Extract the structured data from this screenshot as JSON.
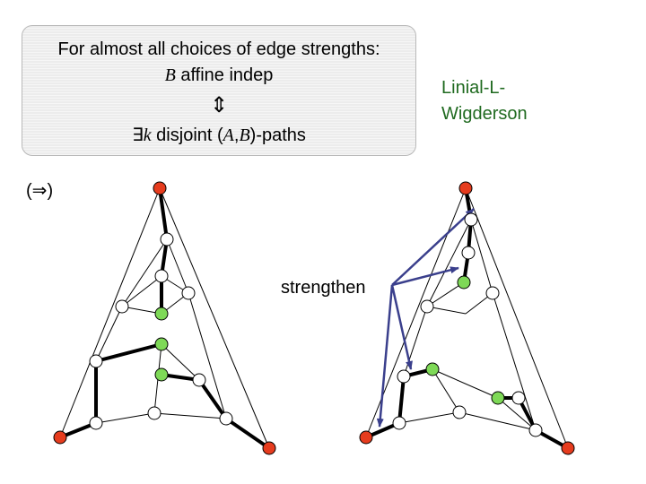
{
  "theorem": {
    "line1": "For almost all choices of edge strengths:",
    "line2_var": "B",
    "line2_text": " affine indep",
    "equiv_symbol": "⇕",
    "line4_symbol": "∃",
    "line4_k": "k",
    "line4_text1": " disjoint (",
    "line4_A": "A",
    "line4_comma": ",",
    "line4_B": "B",
    "line4_text2": ")-paths"
  },
  "sidenote": {
    "line1": "Linial-L-",
    "line2": "Wigderson"
  },
  "converse": {
    "open": "(",
    "symbol": "⇒",
    "close": ")"
  },
  "action_label": "strengthen",
  "colors": {
    "source_node": "#e63c1e",
    "sink_node": "#7ed957",
    "plain_node": "#ffffff",
    "arrow": "#3a3f8c",
    "sidenote_text": "#1f6a1f"
  }
}
